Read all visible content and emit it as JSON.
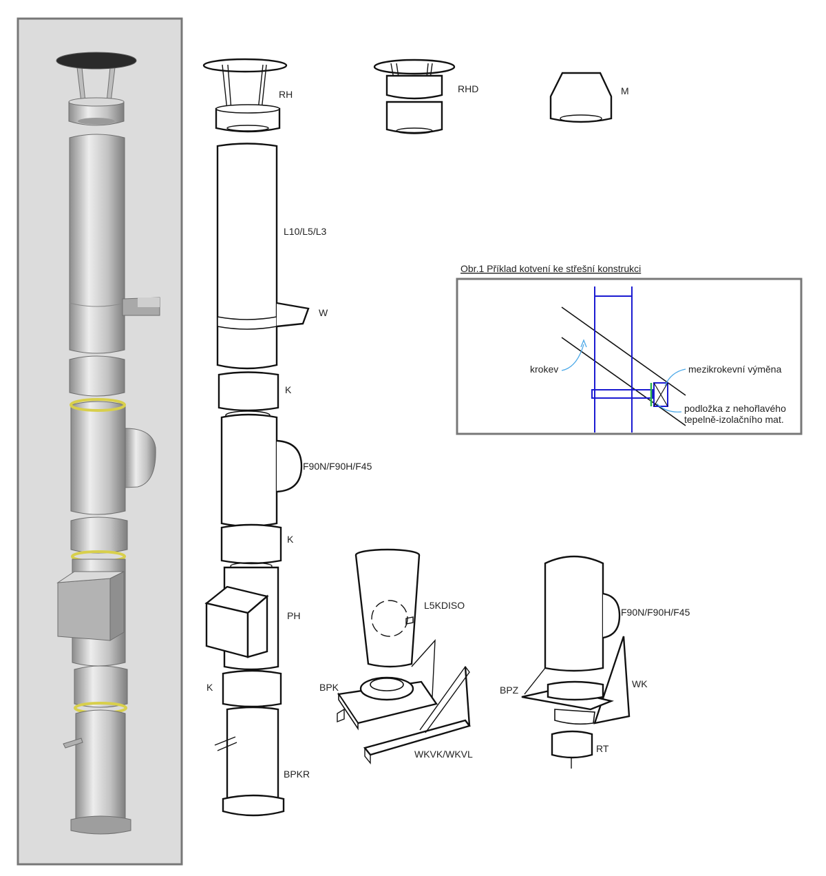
{
  "parts": {
    "rain_cap": "RH",
    "rain_cap_double": "RHD",
    "cap_m": "M",
    "straight_pipe": "L10/L5/L3",
    "wall_bracket": "W",
    "clamp_1": "K",
    "tee_1": "F90N/F90H/F45",
    "clamp_2": "K",
    "inspection": "PH",
    "clamp_3": "K",
    "base_pipe": "BPKR",
    "check_pipe": "L5KDISO",
    "base_plate_console": "BPK",
    "console": "WKVK/WKVL",
    "tee_2": "F90N/F90H/F45",
    "wall_console": "WK",
    "base_plate": "BPZ",
    "condensate_trap": "RT"
  },
  "figure1": {
    "caption": "Obr.1  Příklad kotvení ke střešní konstrukci",
    "rafter": "krokev",
    "trimmer": "mezikrokevní výměna",
    "pad_line1": "podložka z nehořlavého",
    "pad_line2": "tepelně-izolačního mat."
  },
  "colors": {
    "panel_bg": "#dcdcdc",
    "panel_border": "#777777",
    "steel_light": "#ededed",
    "steel_dark": "#8c8c8c",
    "seal_ring": "#d8cf4c",
    "figure_lines": "#1a1ad1",
    "annotation_arrow": "#4aa8e8"
  }
}
